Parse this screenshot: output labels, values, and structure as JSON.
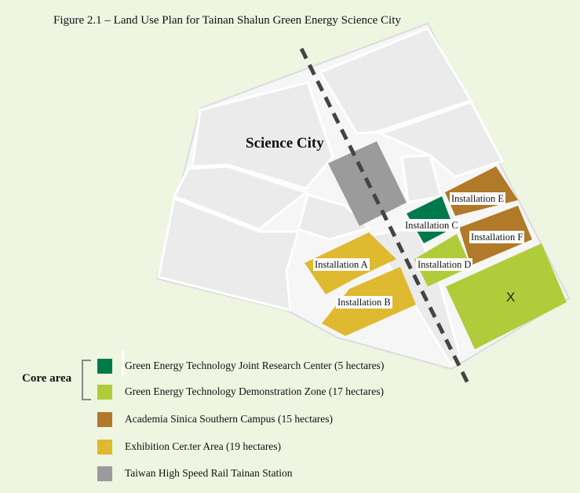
{
  "caption": "Figure 2.1 – Land Use Plan for Tainan Shalun Green Energy Science City",
  "map": {
    "district_label": "Science City",
    "zones": {
      "installation_a": "Installation A",
      "installation_b": "Installation B",
      "installation_c": "Installation C",
      "installation_d": "Installation D",
      "installation_e": "Installation E",
      "installation_f": "Installation F",
      "x": "X"
    }
  },
  "legend": {
    "group_label": "Core area",
    "items": [
      {
        "label": "Green Energy Technology Joint Research Center (5 hectares)",
        "color": "#007a4a"
      },
      {
        "label": "Green Energy Technology Demonstration Zone (17 hectares)",
        "color": "#b1cc3a"
      },
      {
        "label": "Academia Sinica Southern Campus (15 hectares)",
        "color": "#b07a29"
      },
      {
        "label": "Exhibition Cer.ter Area (19 hectares)",
        "color": "#dfb92f"
      },
      {
        "label": "Taiwan High Speed Rail Tainan Station",
        "color": "#9b9b9b"
      }
    ]
  },
  "colors": {
    "background": "#eef5e1",
    "parcel": "#ededed",
    "road": "#ffffff",
    "rail": "#444444"
  }
}
